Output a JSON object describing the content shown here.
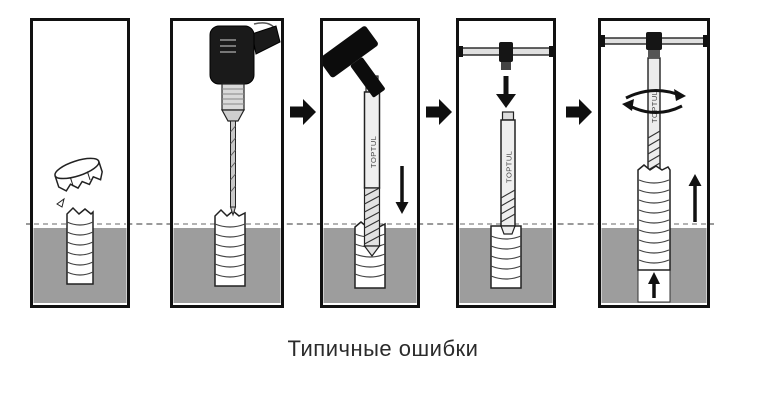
{
  "caption": "Типичные ошибки",
  "brand_label": "TOPTUL",
  "colors": {
    "ink": "#111111",
    "material_gray": "#9d9d9d",
    "tool_light": "#efefef",
    "dashed_line": "#9a9a9a"
  },
  "figure": {
    "type": "instruction-diagram",
    "subject": "broken-bolt-extraction-steps",
    "steps": [
      "bolt-head-broken-off",
      "drill-pilot-hole-into-stud",
      "tap-extractor-in-with-hammer",
      "attach-t-handle-and-press-down",
      "turn-handle-to-extract-stud"
    ]
  }
}
